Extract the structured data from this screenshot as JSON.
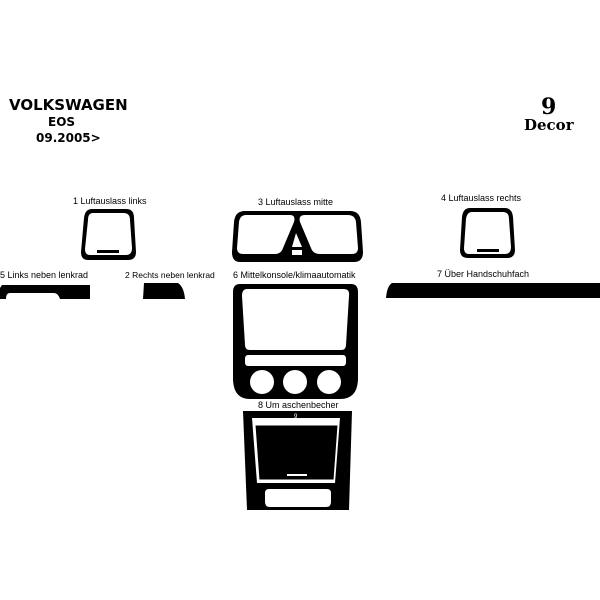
{
  "header": {
    "brand": "VOLKSWAGEN",
    "model": "EOS",
    "date": "09.2005>"
  },
  "kit": {
    "count": "9",
    "finish": "Decor"
  },
  "parts": [
    {
      "label": "1  Luftauslass links"
    },
    {
      "label": "2  Rechts neben lenkrad"
    },
    {
      "label": "3  Luftauslass mitte"
    },
    {
      "label": "4  Luftauslass rechts"
    },
    {
      "label": "5  Links neben lenkrad"
    },
    {
      "label": "6  Mittelkonsole/klimaautomatik"
    },
    {
      "label": "7  Über Handschuhfach"
    },
    {
      "label": "8  Um aschenbecher"
    },
    {
      "label": "9"
    }
  ],
  "colors": {
    "part_fill": "#000000",
    "background": "#ffffff"
  }
}
